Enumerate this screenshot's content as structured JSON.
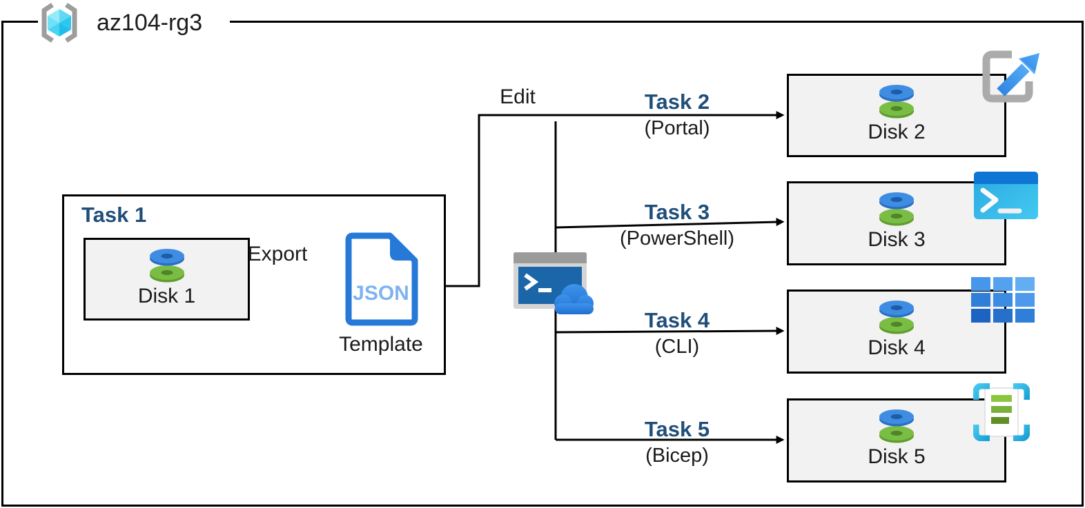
{
  "diagram_title": "az104-rg3",
  "labels": {
    "edit": "Edit",
    "export": "Export"
  },
  "task1": {
    "title": "Task 1",
    "disk_label": "Disk 1",
    "template": {
      "badge": "JSON",
      "caption": "Template"
    }
  },
  "tasks": [
    {
      "title": "Task 2",
      "method": "(Portal)",
      "disk_label": "Disk 2",
      "icon": "azure-portal-icon"
    },
    {
      "title": "Task 3",
      "method": "(PowerShell)",
      "disk_label": "Disk 3",
      "icon": "powershell-icon"
    },
    {
      "title": "Task 4",
      "method": "(CLI)",
      "disk_label": "Disk 4",
      "icon": "azure-cli-icon"
    },
    {
      "title": "Task 5",
      "method": "(Bicep)",
      "disk_label": "Disk 5",
      "icon": "bicep-template-icon"
    }
  ],
  "icons": {
    "resource_group": "azure-resource-group-icon",
    "disk": "azure-managed-disk-icon",
    "json_template": "arm-template-json-icon",
    "cloud_shell": "azure-cloud-shell-icon"
  },
  "colors": {
    "task_title": "#1F4E79",
    "text": "#1A1A1A",
    "box_fill": "#F2F2F2",
    "line": "#000000",
    "azure_blue": "#2779D8",
    "json_text": "#7FB3F0",
    "cube_cyan": "#4ED5F3",
    "disk_blue": "#3F8DE2",
    "disk_green": "#7ABD44"
  }
}
